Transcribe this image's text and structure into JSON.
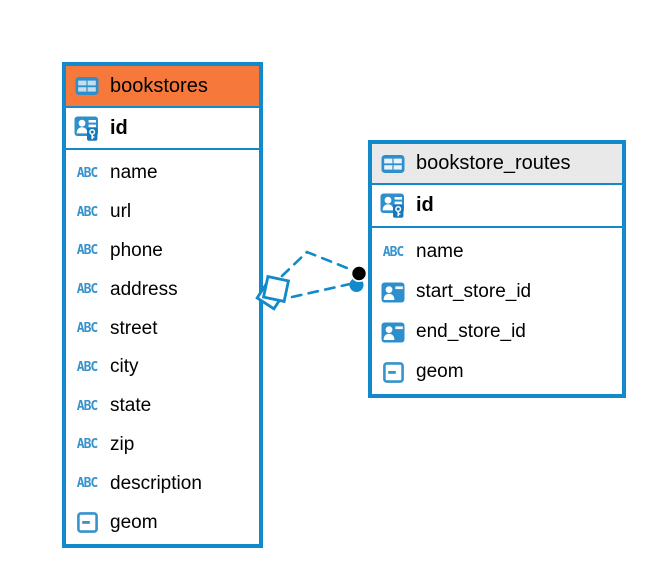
{
  "diagram": {
    "tables": [
      {
        "name": "bookstores",
        "header_color": "#f6793b",
        "primary_key": "id",
        "columns": [
          {
            "name": "name",
            "type": "text"
          },
          {
            "name": "url",
            "type": "text"
          },
          {
            "name": "phone",
            "type": "text"
          },
          {
            "name": "address",
            "type": "text"
          },
          {
            "name": "street",
            "type": "text"
          },
          {
            "name": "city",
            "type": "text"
          },
          {
            "name": "state",
            "type": "text"
          },
          {
            "name": "zip",
            "type": "text"
          },
          {
            "name": "description",
            "type": "text"
          },
          {
            "name": "geom",
            "type": "geometry"
          }
        ]
      },
      {
        "name": "bookstore_routes",
        "header_color": "#e9e9e9",
        "primary_key": "id",
        "columns": [
          {
            "name": "name",
            "type": "text"
          },
          {
            "name": "start_store_id",
            "type": "reference"
          },
          {
            "name": "end_store_id",
            "type": "reference"
          },
          {
            "name": "geom",
            "type": "geometry"
          }
        ]
      }
    ],
    "relationships": [
      {
        "from_table": "bookstores",
        "to_table": "bookstore_routes",
        "line_style": "dashed",
        "from_marker": "diamond",
        "to_marker": "dot"
      },
      {
        "from_table": "bookstores",
        "to_table": "bookstore_routes",
        "line_style": "dashed",
        "from_marker": "diamond",
        "to_marker": "dot"
      }
    ],
    "colors": {
      "table_border": "#1289ca",
      "bookstores_header": "#f6793b",
      "bookstore_routes_header": "#e9e9e9",
      "icon_blue": "#2e8fcd",
      "type_icon_blue": "#3793cc",
      "relationship_line": "#1289ca",
      "text": "#000000",
      "background": "#ffffff"
    }
  }
}
